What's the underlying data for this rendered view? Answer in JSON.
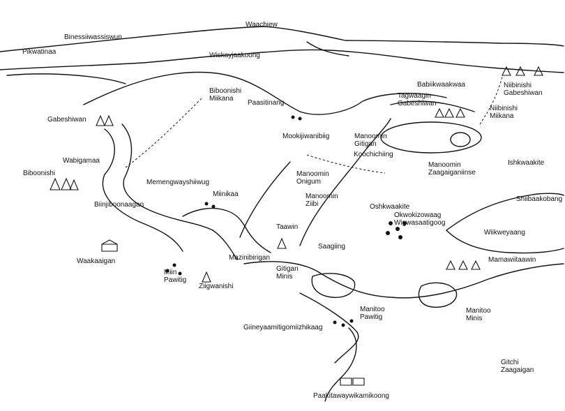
{
  "colors": {
    "ink": "#111111",
    "paper": "#ffffff"
  },
  "labels": {
    "waachiew": "Waachiew",
    "binessiiwassiswun": "Binessiiwassiswun",
    "pikwatinaa": "Pikwatinaa",
    "wiskayjaakoong": "Wiskayjaakoong",
    "babiikwaakwaa": "Babiikwaakwaa",
    "niibinishi_gabeshiwan": [
      "Niibinishi",
      "Gabeshiwan"
    ],
    "biboonishi_miikana": [
      "Biboonishi",
      "Miikana"
    ],
    "paasitinang": "Paasitinang",
    "tagwaagin_gabeshiwan": [
      "Tagwaagin",
      "Gabeshiwan"
    ],
    "niibinishi_miikana": [
      "Niibinishi",
      "Miikana"
    ],
    "gabeshiwan": "Gabeshiwan",
    "mookijiwanibiig": "Mookijiwanibiig",
    "manoomin_gitigan": [
      "Manoomin",
      "Gitigan"
    ],
    "koochichiing": "Koochichiing",
    "manoomin_zaagaiganiinse": [
      "Manoomin",
      "Zaagaiganiinse"
    ],
    "ishkwaakite": "Ishkwaakite",
    "wabigamaa": "Wabigamaa",
    "biboonishi": "Biboonishi",
    "manoomin_onigum": [
      "Manoomin",
      "Onigum"
    ],
    "memengwayshiiwug": "Memengwayshiiwug",
    "shiibaakobang": "Shiibaakobang",
    "miinikaa": "Miinikaa",
    "manoomin_ziibi": [
      "Manoomin",
      "Ziibi"
    ],
    "oshkwaakite": "Oshkwaakite",
    "biinjiboonaagan": "Biinjiboonaagan",
    "okwokizowaag_wigwasaatigoog": [
      "Okwokizowaag",
      "Wigwasaatigoog"
    ],
    "wiikweyaang": "Wiikweyaang",
    "taawin": "Taawin",
    "saagiing": "Saagiing",
    "mamawiitaawin": "Mamawiitaawin",
    "waakaaigan": "Waakaaigan",
    "mazinibirigan": "Mazinibirigan",
    "miin_pawitig": [
      "Miin",
      "Pawitig"
    ],
    "gitigan_minis": [
      "Gitigan",
      "Minis"
    ],
    "ziigwanishi": "Ziigwanishi",
    "manitoo_pawitig": [
      "Manitoo",
      "Pawitig"
    ],
    "manitoo_minis": [
      "Manitoo",
      "Minis"
    ],
    "giineyaamitigomiizhikaag": "Giineyaamitigomiizhikaag",
    "gitchi_zaagaigan": [
      "Gitchi",
      "Zaagaigan"
    ],
    "paakitawaywikamikoong": "Paakitawaywikamikoong"
  }
}
